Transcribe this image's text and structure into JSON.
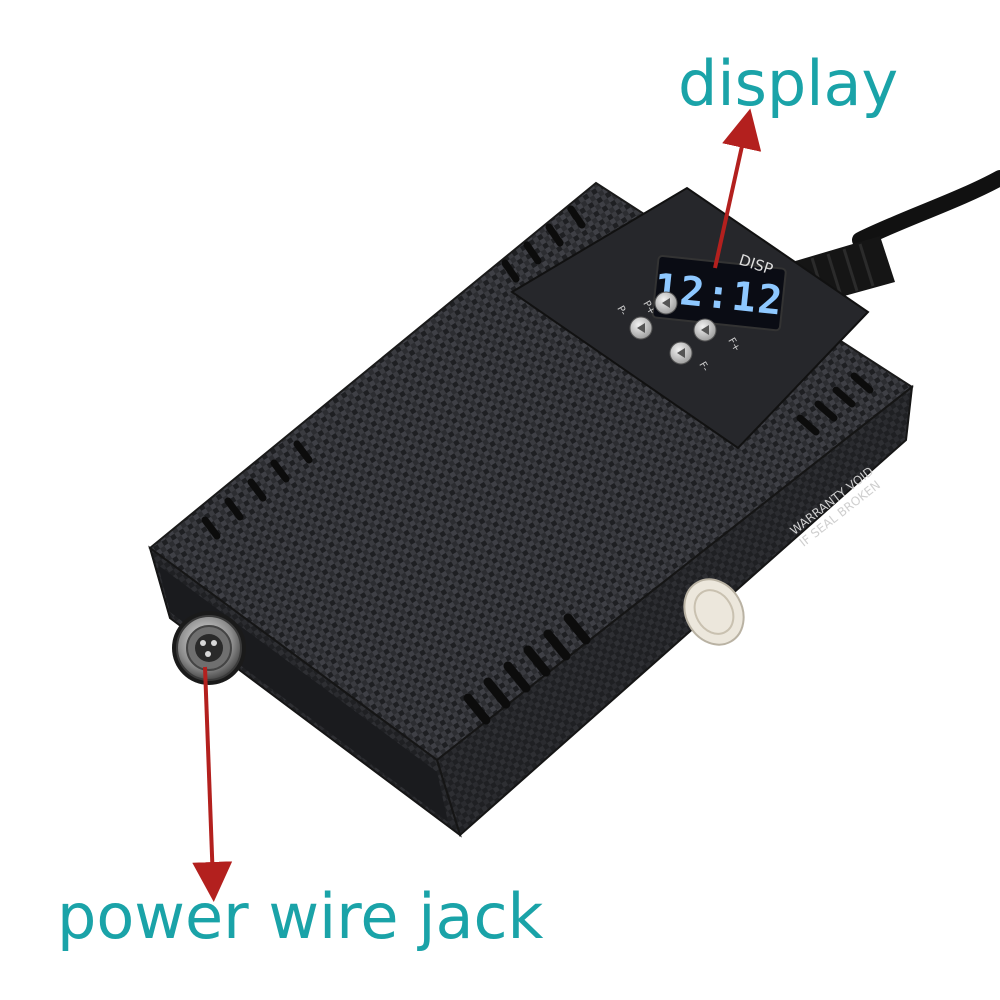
{
  "callouts": {
    "display": "display",
    "power_jack": "power wire jack"
  },
  "panel": {
    "disp_label": "DISP",
    "readout": "12:12",
    "btn_p_plus": "P+",
    "btn_p_minus": "P-",
    "btn_f_plus": "F+",
    "btn_f_minus": "F-"
  },
  "side_label": {
    "line1": "WARRANTY VOID",
    "line2": "IF SEAL BROKEN"
  },
  "colors": {
    "callout_text": "#1aa3a8",
    "arrow": "#b3201e",
    "body": "#2a2b2f",
    "display_digits": "#8ec8ff"
  }
}
